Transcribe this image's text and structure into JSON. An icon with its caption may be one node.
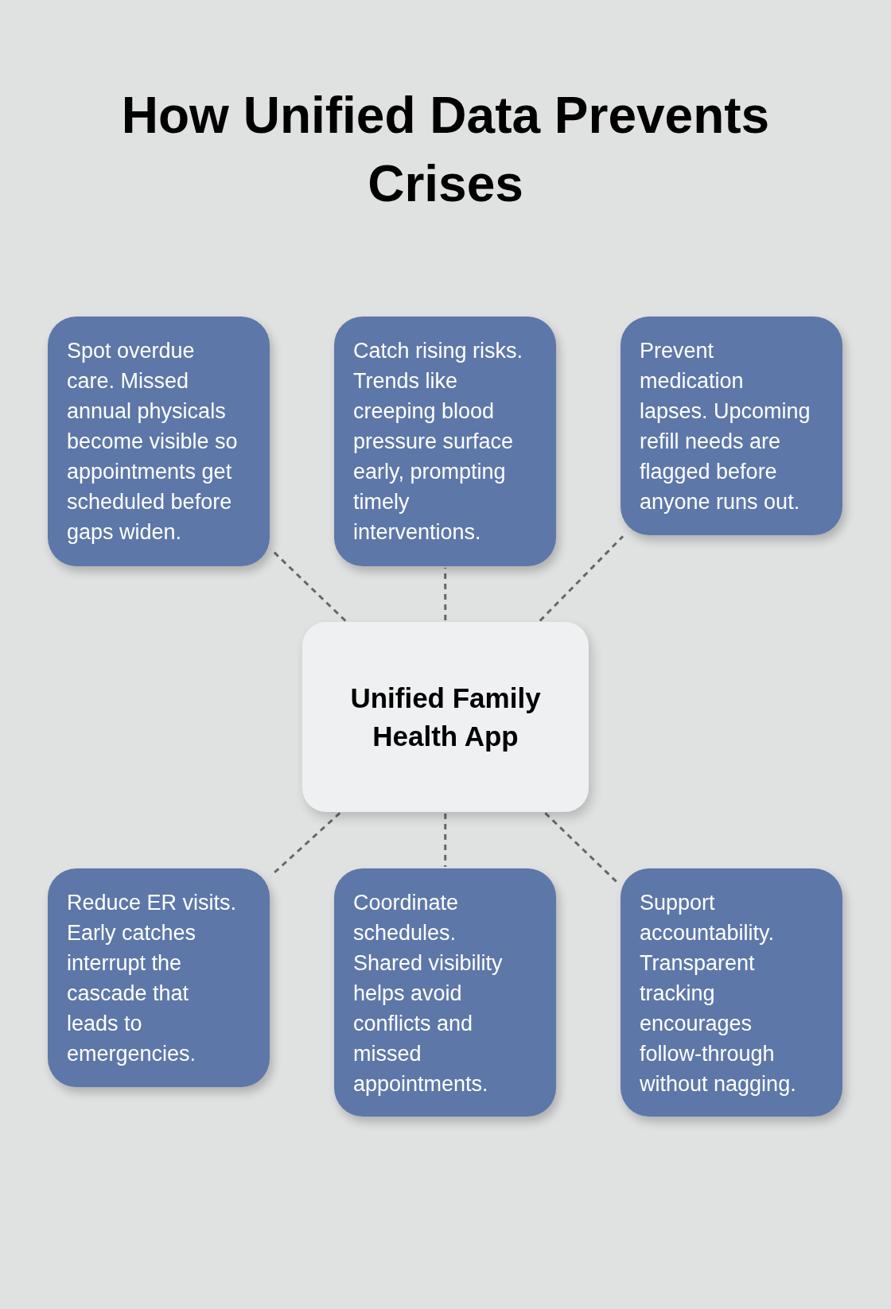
{
  "diagram": {
    "title": "How Unified Data Prevents Crises",
    "nodes": [
      {
        "text": [
          "Spot overdue care. Missed annual physicals become visible so appointments get scheduled before gaps widen."
        ]
      },
      {
        "text": [
          "Catch rising risks. Trends like creeping blood pressure surface early, prompting timely interventions."
        ]
      },
      {
        "text": [
          "Prevent medication lapses. Upcoming refill needs are flagged before anyone runs out."
        ]
      },
      {
        "text": [
          "Unified Family Health App"
        ]
      },
      {
        "text": [
          "Reduce ER visits. Early catches interrupt the cascade that leads to emergencies."
        ]
      },
      {
        "text": [
          "Coordinate schedules. Shared visibility helps avoid conflicts and missed appointments."
        ]
      },
      {
        "text": [
          "Support accountability. Transparent tracking encourages follow-through without nagging."
        ]
      }
    ],
    "edges": [
      {
        "from": 3,
        "to": 0,
        "arrow": "none",
        "style": "dashed"
      },
      {
        "from": 3,
        "to": 1,
        "arrow": "none",
        "style": "dashed"
      },
      {
        "from": 3,
        "to": 2,
        "arrow": "none",
        "style": "dashed"
      },
      {
        "from": 3,
        "to": 4,
        "arrow": "none",
        "style": "dashed"
      },
      {
        "from": 3,
        "to": 5,
        "arrow": "none",
        "style": "dashed"
      },
      {
        "from": 3,
        "to": 6,
        "arrow": "none",
        "style": "dashed"
      }
    ]
  }
}
